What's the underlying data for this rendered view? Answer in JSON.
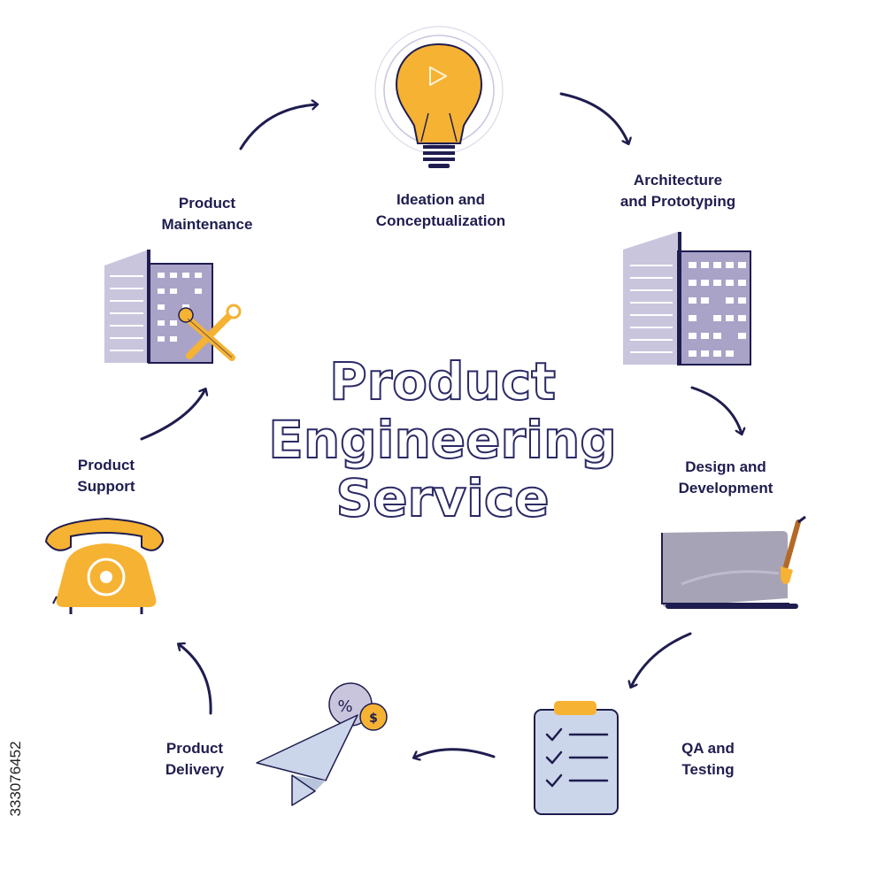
{
  "title": {
    "line1": "Product",
    "line2": "Engineering",
    "line3": "Service"
  },
  "steps": [
    {
      "id": "ideation",
      "line1": "Ideation and",
      "line2": "Conceptualization",
      "icon": "lightbulb-icon"
    },
    {
      "id": "architecture",
      "line1": "Architecture",
      "line2": "and Prototyping",
      "icon": "buildings-icon"
    },
    {
      "id": "design",
      "line1": "Design and",
      "line2": "Development",
      "icon": "laptop-brush-icon"
    },
    {
      "id": "qa",
      "line1": "QA and",
      "line2": "Testing",
      "icon": "clipboard-checklist-icon"
    },
    {
      "id": "delivery",
      "line1": "Product",
      "line2": "Delivery",
      "icon": "paper-plane-coins-icon"
    },
    {
      "id": "support",
      "line1": "Product",
      "line2": "Support",
      "icon": "telephone-icon"
    },
    {
      "id": "maintenance",
      "line1": "Product",
      "line2": "Maintenance",
      "icon": "buildings-tools-icon"
    }
  ],
  "watermark_id": "333076452",
  "colors": {
    "navy": "#1f1d4f",
    "orange": "#f6b233",
    "lavender": "#c9c5dd",
    "lavender_dark": "#a9a3c8",
    "gray": "#a7a3b6",
    "clipboard": "#ccd6ea"
  }
}
